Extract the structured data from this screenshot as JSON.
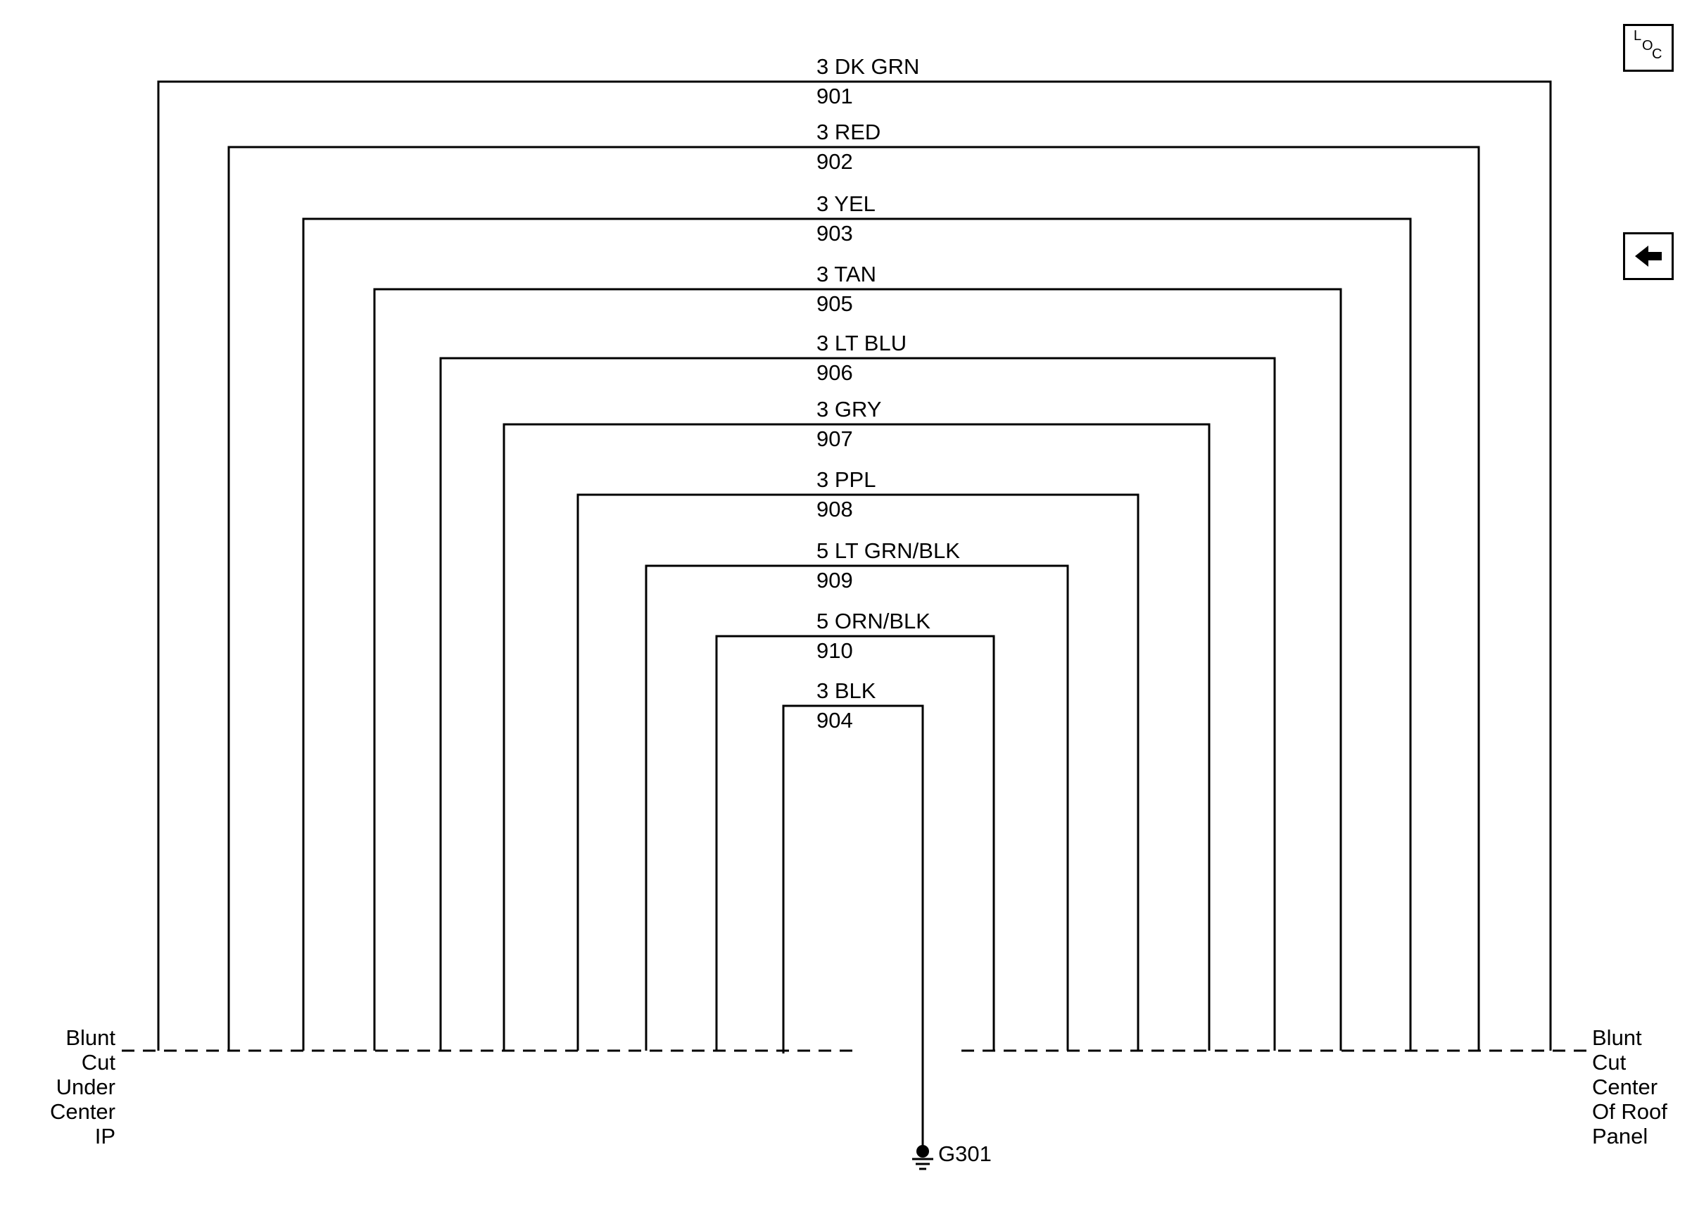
{
  "circuits": [
    {
      "color": "3 DK GRN",
      "number": "901"
    },
    {
      "color": "3 RED",
      "number": "902"
    },
    {
      "color": "3 YEL",
      "number": "903"
    },
    {
      "color": "3 TAN",
      "number": "905"
    },
    {
      "color": "3 LT BLU",
      "number": "906"
    },
    {
      "color": "3 GRY",
      "number": "907"
    },
    {
      "color": "3 PPL",
      "number": "908"
    },
    {
      "color": "5 LT GRN/BLK",
      "number": "909"
    },
    {
      "color": "5 ORN/BLK",
      "number": "910"
    }
  ],
  "ground_circuit": {
    "color": "3 BLK",
    "number": "904",
    "ground": "G301"
  },
  "left_end": {
    "lines": [
      "Blunt",
      "Cut",
      "Under",
      "Center",
      "IP"
    ]
  },
  "right_end": {
    "lines": [
      "Blunt",
      "Cut",
      "Center",
      "Of Roof",
      "Panel"
    ]
  },
  "nav": {
    "loc_button": {
      "letters": [
        "L",
        "O",
        "C"
      ]
    },
    "back_button": {
      "icon": "left-arrow-icon"
    }
  }
}
